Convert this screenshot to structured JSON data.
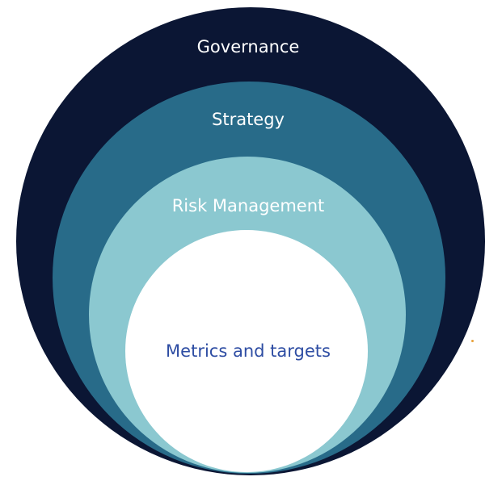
{
  "diagram": {
    "rings": [
      {
        "label": "Governance",
        "fill": "#0b1634",
        "label_color": "#ffffff"
      },
      {
        "label": "Strategy",
        "fill": "#286b89",
        "label_color": "#ffffff"
      },
      {
        "label": "Risk Management",
        "fill": "#8bc8d0",
        "label_color": "#ffffff"
      },
      {
        "label": "Metrics and targets",
        "fill": "#ffffff",
        "label_color": "#2e4da3"
      }
    ],
    "accent_dot_color": "#e8a13a"
  }
}
